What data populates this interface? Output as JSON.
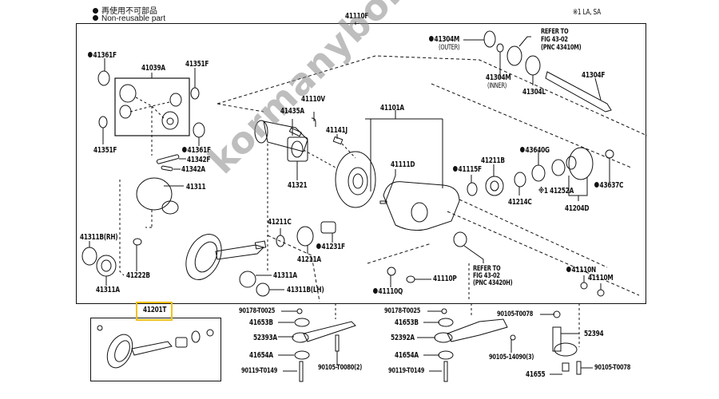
{
  "legend": {
    "jp_text": "再使用不可部品",
    "en_text": "Non-reusable part"
  },
  "note": "※1 LA, SA",
  "assembly_label": "41110F",
  "highlighted_part": "41201T",
  "watermark": "kormanybolt.hu",
  "parts": {
    "p41361F_top": {
      "code": "41361F",
      "non_reusable": true
    },
    "p41039A": {
      "code": "41039A"
    },
    "p41351F_top": {
      "code": "41351F"
    },
    "p41351F_bot": {
      "code": "41351F"
    },
    "p41361F_bot": {
      "code": "41361F",
      "non_reusable": true
    },
    "p41342F": {
      "code": "41342F"
    },
    "p41342A": {
      "code": "41342A"
    },
    "p41311": {
      "code": "41311"
    },
    "p41311B_RH": {
      "code": "41311B(RH)"
    },
    "p41311A_left": {
      "code": "41311A"
    },
    "p41222B": {
      "code": "41222B"
    },
    "p41435A": {
      "code": "41435A"
    },
    "p41110V": {
      "code": "41110V"
    },
    "p41101A": {
      "code": "41101A"
    },
    "p41141J": {
      "code": "41141J"
    },
    "p41321": {
      "code": "41321"
    },
    "p41111D": {
      "code": "41111D"
    },
    "p41304M_outer": {
      "code": "41304M",
      "sub": "(OUTER)",
      "non_reusable": true
    },
    "p41304M_inner": {
      "code": "41304M",
      "sub": "(INNER)"
    },
    "p41304L": {
      "code": "41304L"
    },
    "p41304F": {
      "code": "41304F"
    },
    "refer_top": {
      "line1": "REFER TO",
      "line2": "FIG 43-02",
      "line3": "(PNC 43410M)"
    },
    "p43640G": {
      "code": "43640G",
      "non_reusable": true
    },
    "p41115F": {
      "code": "41115F",
      "non_reusable": true
    },
    "p41211B": {
      "code": "41211B"
    },
    "p41214C": {
      "code": "41214C"
    },
    "p41252A": {
      "code": "※1 41252A"
    },
    "p41204D": {
      "code": "41204D"
    },
    "p43637C": {
      "code": "43637C",
      "non_reusable": true
    },
    "p41211C": {
      "code": "41211C"
    },
    "p41211A": {
      "code": "41211A"
    },
    "p41231F": {
      "code": "41231F",
      "non_reusable": true
    },
    "p41311A_mid": {
      "code": "41311A"
    },
    "p41311B_LH": {
      "code": "41311B(LH)"
    },
    "p41110Q": {
      "code": "41110Q",
      "non_reusable": true
    },
    "p41110P": {
      "code": "41110P"
    },
    "refer_bottom": {
      "line1": "REFER TO",
      "line2": "FIG 43-02",
      "line3": "(PNC 43420H)"
    },
    "p41110N": {
      "code": "41110N",
      "non_reusable": true
    },
    "p41110M": {
      "code": "41110M"
    },
    "b1_90178": {
      "code": "90178-T0025"
    },
    "b1_41653B": {
      "code": "41653B"
    },
    "b1_52393A": {
      "code": "52393A"
    },
    "b1_41654A": {
      "code": "41654A"
    },
    "b1_90119": {
      "code": "90119-T0149"
    },
    "b1_90105": {
      "code": "90105-T0080(2)"
    },
    "b2_90178": {
      "code": "90178-T0025"
    },
    "b2_41653B": {
      "code": "41653B"
    },
    "b2_52392A": {
      "code": "52392A"
    },
    "b2_41654A": {
      "code": "41654A"
    },
    "b2_90119": {
      "code": "90119-T0149"
    },
    "b2_90105_14090": {
      "code": "90105-14090(3)"
    },
    "b3_90105_top": {
      "code": "90105-T0078"
    },
    "b3_52394": {
      "code": "52394"
    },
    "b3_41655": {
      "code": "41655"
    },
    "b3_90105_bot": {
      "code": "90105-T0078"
    }
  }
}
